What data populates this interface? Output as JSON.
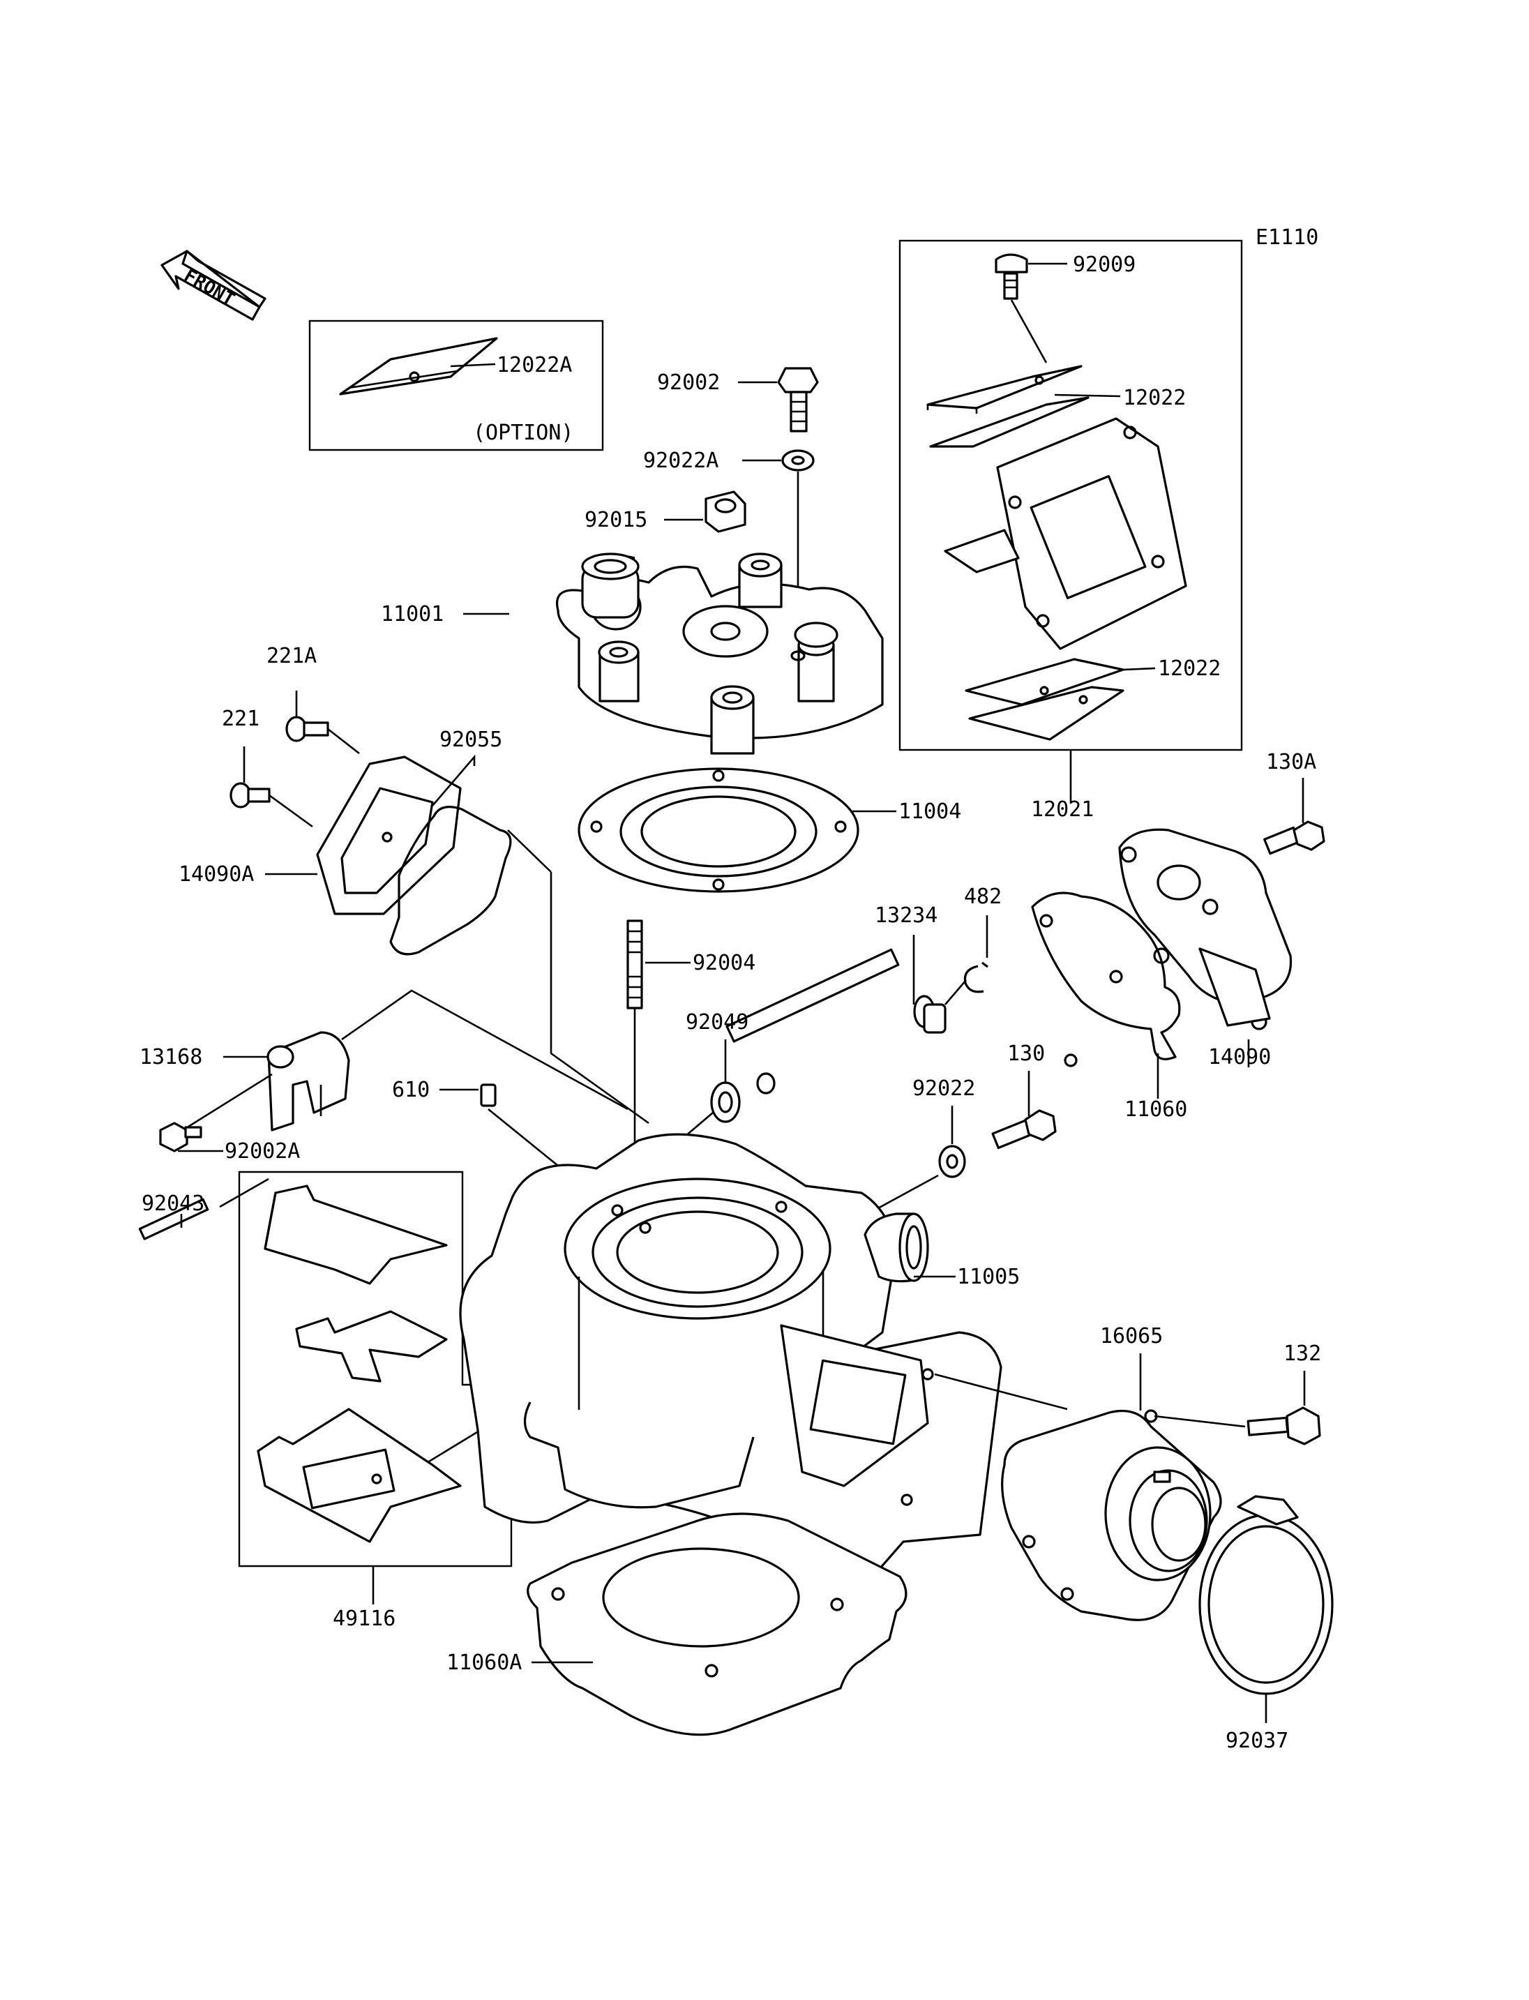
{
  "diagram_id": "E1110",
  "front_label": "FRONT",
  "option_label": "(OPTION)",
  "parts": {
    "p12022A": "12022A",
    "p92009": "92009",
    "p12022a": "12022",
    "p12022b": "12022",
    "p12021": "12021",
    "p92002": "92002",
    "p92022A": "92022A",
    "p92015": "92015",
    "p11001": "11001",
    "p221A": "221A",
    "p221": "221",
    "p92055": "92055",
    "p14090A": "14090A",
    "p11004": "11004",
    "p130A": "130A",
    "p13234": "13234",
    "p482": "482",
    "p92004": "92004",
    "p14090": "14090",
    "p11060": "11060",
    "p13168": "13168",
    "p92049": "92049",
    "p130": "130",
    "p610": "610",
    "p92022": "92022",
    "p92002A": "92002A",
    "p92043": "92043",
    "p11005": "11005",
    "p16065": "16065",
    "p132": "132",
    "p49116": "49116",
    "p11060A": "11060A",
    "p92037": "92037"
  }
}
